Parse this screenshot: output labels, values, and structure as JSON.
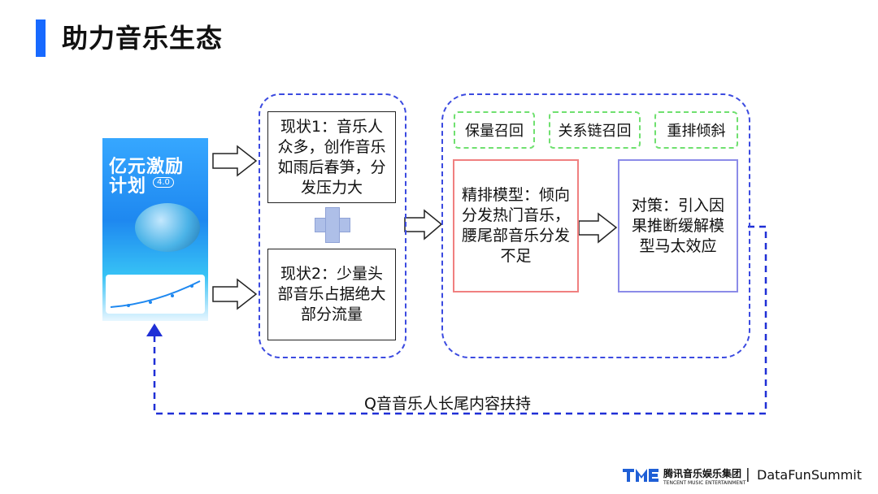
{
  "page": {
    "title": "助力音乐生态"
  },
  "poster": {
    "title_line1": "亿元激励",
    "title_line2": "计划",
    "badge": "4.0"
  },
  "status_boxes": [
    {
      "text": "现状1：音乐人众多，创作音乐如雨后春笋，分发压力大"
    },
    {
      "text": "现状2：少量头部音乐占据绝大部分流量"
    }
  ],
  "recall_tags": [
    "保量召回",
    "关系链召回",
    "重排倾斜"
  ],
  "model_box": {
    "text": "精排模型：倾向分发热门音乐，腰尾部音乐分发不足"
  },
  "strategy_box": {
    "text": "对策：引入因果推断缓解模型马太效应"
  },
  "caption": "Q音音乐人长尾内容扶持",
  "footer": {
    "brand_cn": "腾讯音乐娱乐集团",
    "brand_en": "TENCENT MUSIC ENTERTAINMENT",
    "separator": "|",
    "summit": "DataFunSummit"
  },
  "colors": {
    "accent": "#1769ff",
    "dashed_group": "#3b4ae0",
    "tag_border": "#6fe06f",
    "model_border": "#f08080",
    "strategy_border": "#8b8be8",
    "feedback_arrow": "#1f2fd6"
  }
}
